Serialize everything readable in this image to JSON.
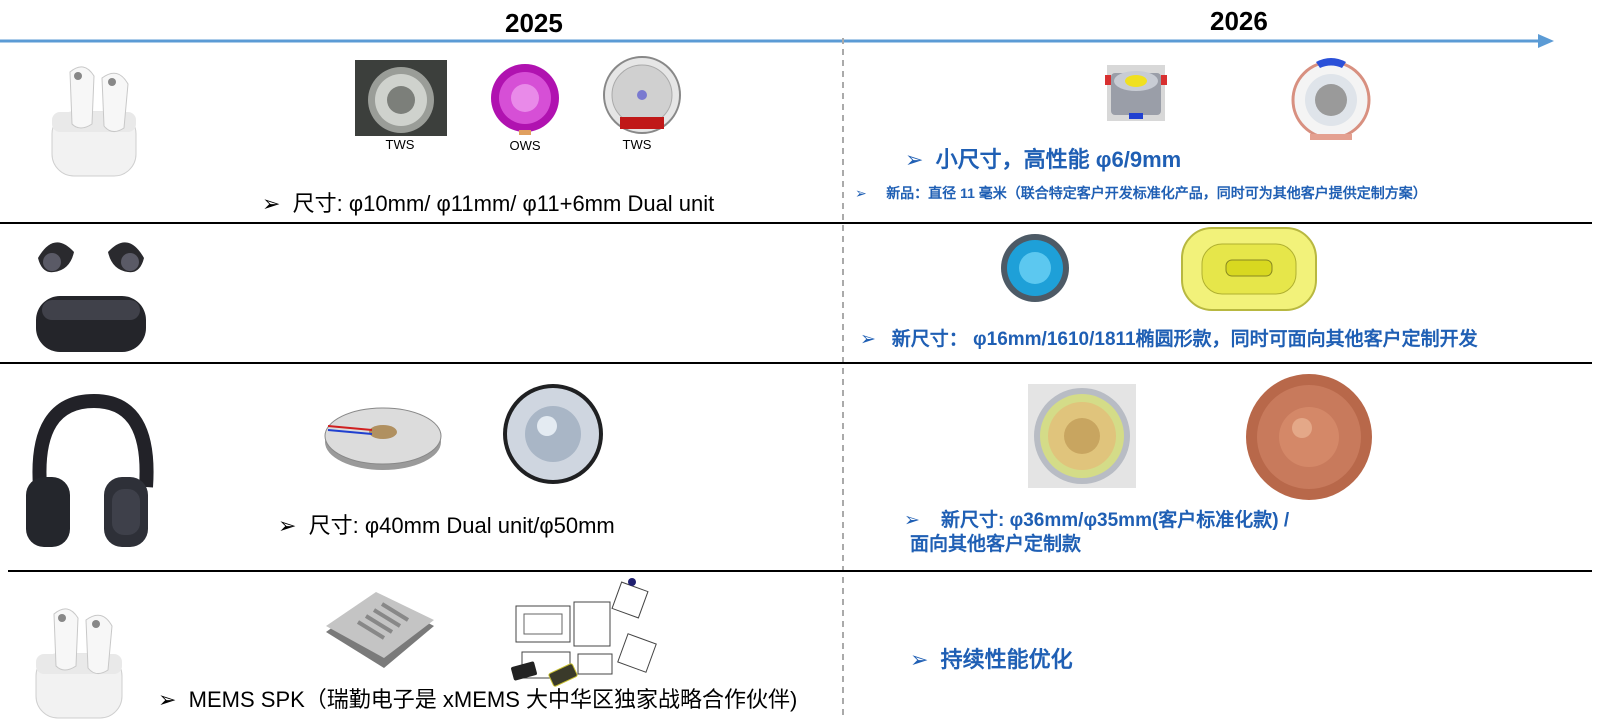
{
  "timeline": {
    "year_left": "2025",
    "year_right": "2026",
    "accent": "#5b9bd5"
  },
  "rows": [
    {
      "product_icon": "tws-earbuds-case-icon",
      "left": {
        "parts": [
          {
            "icon": "silver-speaker-unit-icon",
            "caption": "TWS"
          },
          {
            "icon": "magenta-speaker-unit-icon",
            "caption": "OWS"
          },
          {
            "icon": "dual-unit-housing-icon",
            "caption": "TWS"
          }
        ],
        "note": "尺寸: φ10mm/ φ11mm/ φ11+6mm Dual unit"
      },
      "right": {
        "parts": [
          {
            "icon": "micro-cylinder-unit-icon"
          },
          {
            "icon": "round-housing-unit-icon"
          }
        ],
        "headline": "小尺寸，高性能 φ6/9mm",
        "note": "新品：直径 11 毫米（联合特定客户开发标准化产品，同时可为其他客户提供定制方案）"
      }
    },
    {
      "product_icon": "open-ear-earbuds-case-icon",
      "right": {
        "parts": [
          {
            "icon": "blue-round-driver-icon"
          },
          {
            "icon": "yellow-oval-driver-icon"
          }
        ],
        "note": "新尺寸： φ16mm/1610/1811椭圆形款，同时可面向其他客户定制开发"
      }
    },
    {
      "product_icon": "headphones-icon",
      "left": {
        "parts": [
          {
            "icon": "dual-unit-driver-icon"
          },
          {
            "icon": "grey-dome-driver-icon"
          }
        ],
        "note": "尺寸: φ40mm Dual unit/φ50mm"
      },
      "right": {
        "parts": [
          {
            "icon": "gold-dome-driver-icon"
          },
          {
            "icon": "copper-dome-driver-icon"
          }
        ],
        "note_line1": "新尺寸: φ36mm/φ35mm(客户标准化款) /",
        "note_line2": "面向其他客户定制款"
      }
    },
    {
      "product_icon": "tws-earbuds-case-icon",
      "left": {
        "parts": [
          {
            "icon": "mems-speaker-chip-icon"
          },
          {
            "icon": "mems-technical-drawing-icon"
          }
        ],
        "note": "MEMS SPK（瑞勤电子是 xMEMS 大中华区独家战略合作伙伴)"
      },
      "right": {
        "note": "持续性能优化"
      }
    }
  ]
}
